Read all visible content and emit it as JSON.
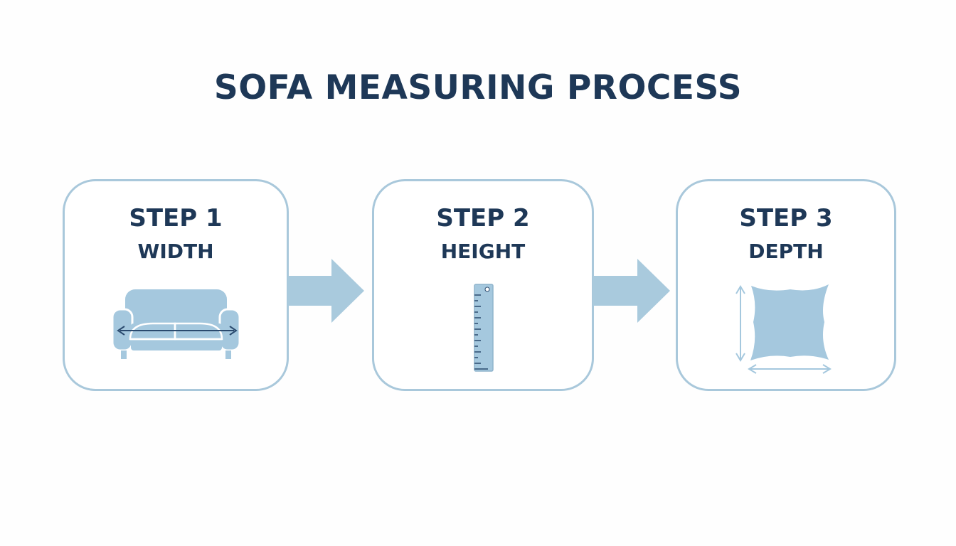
{
  "title": "SOFA MEASURING PROCESS",
  "colors": {
    "title_text": "#1e3857",
    "card_border": "#a9c8db",
    "icon_fill": "#a5c8de",
    "arrow_fill": "#a9cadd",
    "accent_dark": "#2a4a6e"
  },
  "steps": [
    {
      "number": "STEP 1",
      "label": "WIDTH",
      "icon": "sofa-width-icon"
    },
    {
      "number": "STEP 2",
      "label": "HEIGHT",
      "icon": "ruler-height-icon"
    },
    {
      "number": "STEP 3",
      "label": "DEPTH",
      "icon": "cushion-depth-icon"
    }
  ],
  "connectors": [
    "arrow-right-icon",
    "arrow-right-icon"
  ]
}
